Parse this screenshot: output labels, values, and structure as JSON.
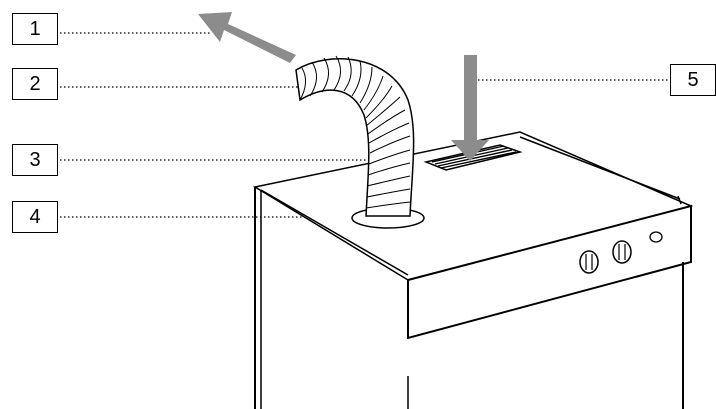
{
  "callouts": [
    {
      "id": "1",
      "label": "1"
    },
    {
      "id": "2",
      "label": "2"
    },
    {
      "id": "3",
      "label": "3"
    },
    {
      "id": "4",
      "label": "4"
    },
    {
      "id": "5",
      "label": "5"
    }
  ],
  "colors": {
    "arrow": "#8c8c8c",
    "line": "#000000",
    "background": "#ffffff"
  }
}
